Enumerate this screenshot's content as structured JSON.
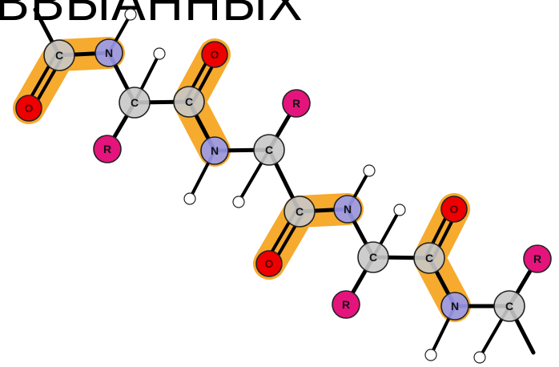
{
  "title_fragment": "ВВЫАННЫХ",
  "colors": {
    "carbon": "#c8c8c8",
    "nitrogen": "#9a9aee",
    "oxygen": "#ee0000",
    "r_group": "#e4147c",
    "hydrogen": "#ffffff",
    "peptide_highlight": "#f5a31c",
    "bond": "#000000"
  },
  "labels": {
    "carbon": "C",
    "nitrogen": "N",
    "oxygen": "O",
    "r_group": "R"
  },
  "molecule": {
    "atoms": [
      {
        "id": "c1",
        "el": "C"
      },
      {
        "id": "n1",
        "el": "N"
      },
      {
        "id": "o1",
        "el": "O"
      },
      {
        "id": "h1",
        "el": "H"
      },
      {
        "id": "ca1",
        "el": "C"
      },
      {
        "id": "h2",
        "el": "H"
      },
      {
        "id": "r1",
        "el": "R"
      },
      {
        "id": "c2",
        "el": "C"
      },
      {
        "id": "o2",
        "el": "O"
      },
      {
        "id": "n2",
        "el": "N"
      },
      {
        "id": "h3",
        "el": "H"
      },
      {
        "id": "ca2",
        "el": "C"
      },
      {
        "id": "r2",
        "el": "R"
      },
      {
        "id": "h4",
        "el": "H"
      },
      {
        "id": "c3",
        "el": "C"
      },
      {
        "id": "o3",
        "el": "O"
      },
      {
        "id": "n3",
        "el": "N"
      },
      {
        "id": "h5",
        "el": "H"
      },
      {
        "id": "ca3",
        "el": "C"
      },
      {
        "id": "h6",
        "el": "H"
      },
      {
        "id": "r3",
        "el": "R"
      },
      {
        "id": "c4",
        "el": "C"
      },
      {
        "id": "o4",
        "el": "O"
      },
      {
        "id": "n4",
        "el": "N"
      },
      {
        "id": "h7",
        "el": "H"
      },
      {
        "id": "ca4",
        "el": "C"
      },
      {
        "id": "h8",
        "el": "H"
      },
      {
        "id": "r4",
        "el": "R"
      }
    ],
    "bonds": [
      [
        "c1",
        "o1",
        2
      ],
      [
        "c1",
        "n1",
        1
      ],
      [
        "n1",
        "h1",
        1
      ],
      [
        "n1",
        "ca1",
        1
      ],
      [
        "ca1",
        "h2",
        1
      ],
      [
        "ca1",
        "r1",
        1
      ],
      [
        "ca1",
        "c2",
        1
      ],
      [
        "c2",
        "o2",
        2
      ],
      [
        "c2",
        "n2",
        1
      ],
      [
        "n2",
        "h3",
        1
      ],
      [
        "n2",
        "ca2",
        1
      ],
      [
        "ca2",
        "r2",
        1
      ],
      [
        "ca2",
        "h4",
        1
      ],
      [
        "ca2",
        "c3",
        1
      ],
      [
        "c3",
        "o3",
        2
      ],
      [
        "c3",
        "n3",
        1
      ],
      [
        "n3",
        "h5",
        1
      ],
      [
        "n3",
        "ca3",
        1
      ],
      [
        "ca3",
        "h6",
        1
      ],
      [
        "ca3",
        "r3",
        1
      ],
      [
        "ca3",
        "c4",
        1
      ],
      [
        "c4",
        "o4",
        2
      ],
      [
        "c4",
        "n4",
        1
      ],
      [
        "n4",
        "h7",
        1
      ],
      [
        "n4",
        "ca4",
        1
      ],
      [
        "ca4",
        "h8",
        1
      ],
      [
        "ca4",
        "r4",
        1
      ]
    ],
    "peptide_groups": [
      [
        "n1",
        "c1",
        "o1"
      ],
      [
        "o2",
        "c2",
        "n2"
      ],
      [
        "n3",
        "c3",
        "o3"
      ],
      [
        "o4",
        "c4",
        "n4"
      ]
    ]
  }
}
